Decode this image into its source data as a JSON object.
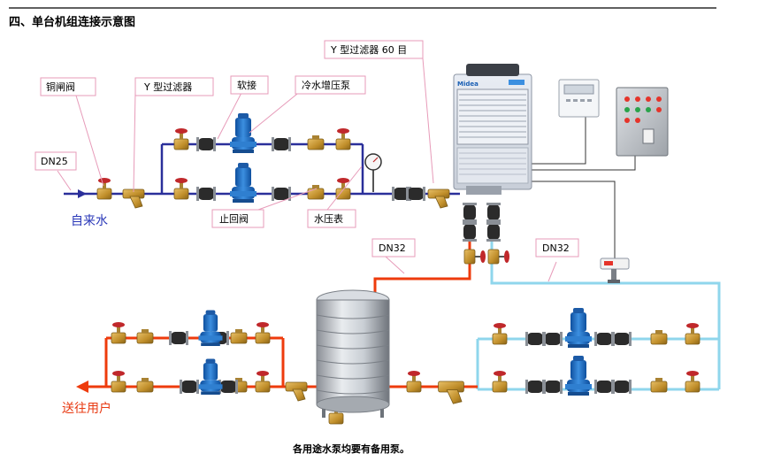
{
  "header": {
    "title": "四、单台机组连接示意图"
  },
  "labels": {
    "gate_valve": "铜闸阀",
    "y_filter": "Y 型过滤器",
    "soft_joint": "软接",
    "booster_pump": "冷水增压泵",
    "y_filter_60": "Y 型过滤器 60 目",
    "dn25": "DN25",
    "check_valve": "止回阀",
    "pressure_gauge": "水压表",
    "dn32_left": "DN32",
    "dn32_right": "DN32"
  },
  "flow_labels": {
    "tap_water": "自来水",
    "to_user": "送往用户"
  },
  "unit": {
    "brand": "Midea"
  },
  "caption": "各用途水泵均要有备用泵。",
  "colors": {
    "supply_pipe": "#2a2f9a",
    "hot_pipe": "#ee3b0c",
    "return_pipe": "#8fd6ec",
    "callout_border": "#e79bb9",
    "pump_blue": "#1f6fc2",
    "valve_brass": "#c89c3a",
    "valve_handle": "#c0282b"
  },
  "icons": {
    "pump": "centrifugal-pump-icon",
    "gate_valve": "gate-valve-icon",
    "check_valve": "check-valve-icon",
    "y_strainer": "y-strainer-icon",
    "soft_joint": "flexible-joint-icon",
    "gauge": "pressure-gauge-icon",
    "tank": "stainless-water-tank-icon",
    "heat_pump": "heat-pump-unit-icon",
    "controller": "wired-controller-icon",
    "control_cabinet": "control-cabinet-icon",
    "flow_switch": "flow-switch-icon"
  }
}
